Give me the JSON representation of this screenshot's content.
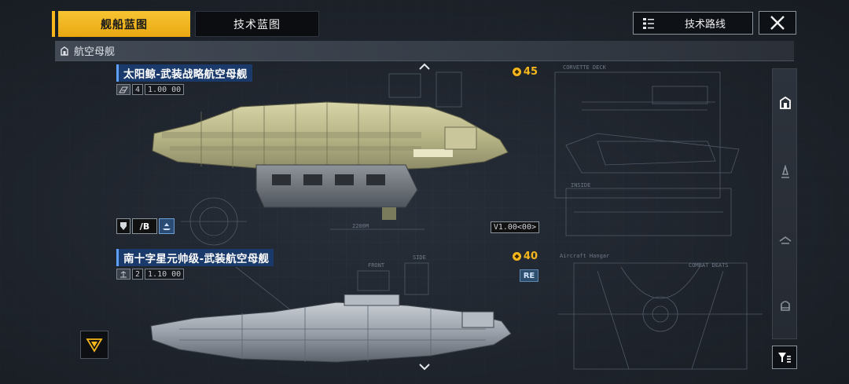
{
  "tabs": [
    {
      "label": "舰船蓝图",
      "active": true
    },
    {
      "label": "技术蓝图",
      "active": false
    }
  ],
  "header": {
    "tech_route_label": "技术路线",
    "close_icon": "close-icon",
    "accent_color": "#f5b71c"
  },
  "category": {
    "icon": "carrier-icon",
    "label": "航空母舰"
  },
  "ships": [
    {
      "name": "太阳鲸-武装战略航空母舰",
      "tier": "4",
      "ratio": "1.00",
      "ratio_suffix": "00",
      "cost": "45",
      "badge_grade": "/B",
      "version": "V1.00<00>",
      "hull_color": "#b9b88c"
    },
    {
      "name": "南十字星元帅级-武装航空母舰",
      "tier": "2",
      "ratio": "1.10",
      "ratio_suffix": "00",
      "cost": "40",
      "tag": "RE",
      "hull_color": "#9aa1aa"
    }
  ],
  "blueprint_labels": {
    "length": "2200M",
    "corvette": "CORVETTE DECK",
    "inside": "INSIDE",
    "hangar": "Aircraft Hangar",
    "combat": "COMBAT DEATS",
    "front": "FRONT",
    "side": "SIDE"
  },
  "rail_icons": [
    "carrier-icon",
    "frigate-icon",
    "cruiser-icon",
    "battleship-icon"
  ]
}
